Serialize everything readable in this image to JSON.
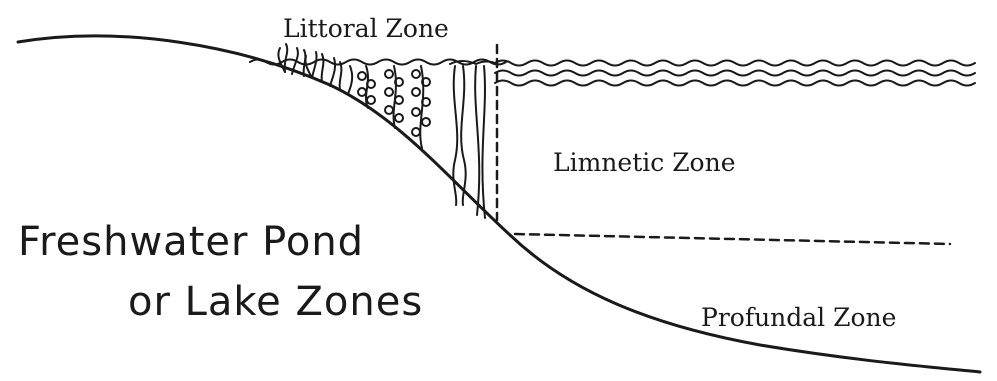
{
  "zones": {
    "littoral": "Littoral Zone",
    "limnetic": "Limnetic Zone",
    "profundal": "Profundal Zone"
  },
  "title": {
    "line1": "Freshwater Pond",
    "line2": "or Lake Zones"
  },
  "colors": {
    "ink": "#1a1a1a",
    "background": "#ffffff"
  }
}
